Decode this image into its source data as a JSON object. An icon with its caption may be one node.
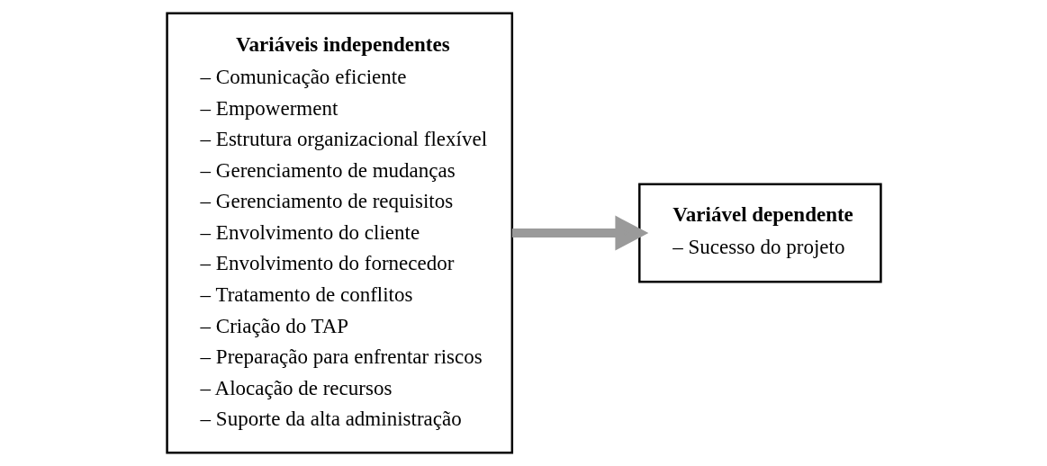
{
  "diagram": {
    "nodes": [
      {
        "text": [
          "Variáveis independentes",
          "– Comunicação eficiente",
          "– Empowerment",
          "– Estrutura organizacional flexível",
          "– Gerenciamento de mudanças",
          "– Gerenciamento de requisitos",
          "– Envolvimento do cliente",
          "– Envolvimento do fornecedor",
          "– Tratamento de conflitos",
          "– Criação do TAP",
          "– Preparação para enfrentar riscos",
          "– Alocação de recursos",
          "– Suporte da alta administração"
        ]
      },
      {
        "text": [
          "Variável dependente",
          "– Sucesso do projeto"
        ]
      }
    ],
    "edges": [
      {
        "from": 0,
        "to": 1,
        "arrow": "to"
      }
    ]
  }
}
